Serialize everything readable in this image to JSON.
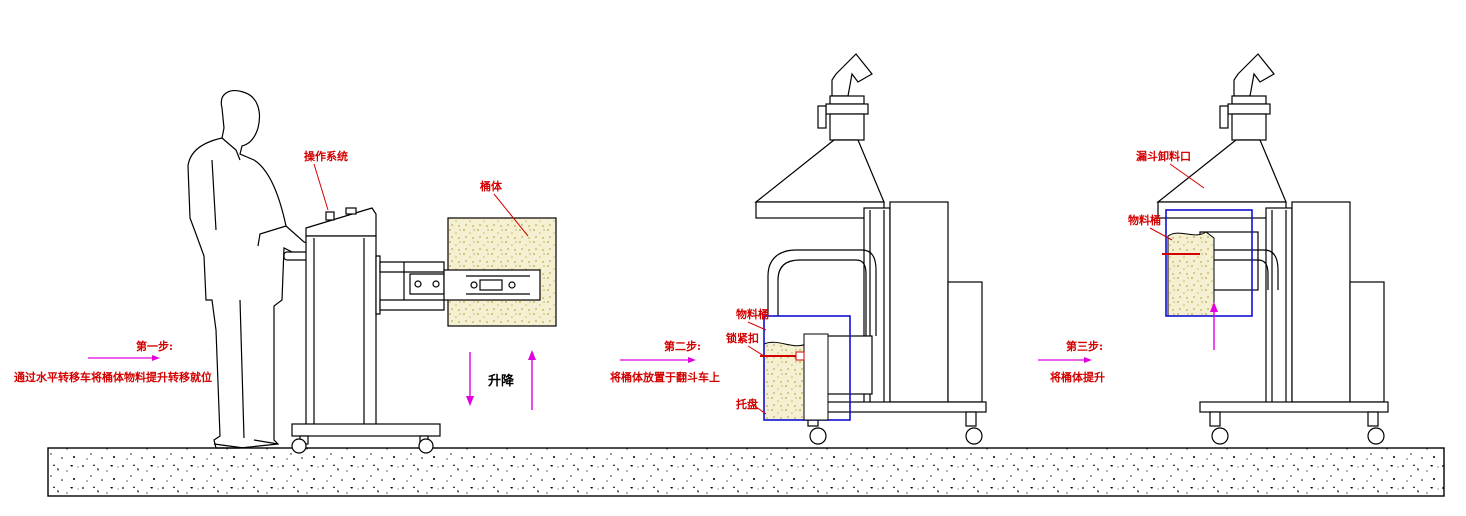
{
  "colors": {
    "label": "#d40000",
    "arrow": "#e000e0",
    "container_outline": "#1010d0",
    "material_fill": "#f3eecf",
    "material_dots": "#b9ae4a",
    "line": "#000000"
  },
  "stage1": {
    "step_title": "第一步:",
    "step_desc": "通过水平转移车将桶体物料提升转移就位",
    "callout_operation": "操作系统",
    "callout_bin": "桶体",
    "lift_text": "升降"
  },
  "stage2": {
    "step_title": "第二步:",
    "step_desc": "将桶体放置于翻斗车上",
    "callout_material_bin": "物料桶",
    "callout_lock": "锁紧扣",
    "callout_tray": "托盘"
  },
  "stage3": {
    "step_title": "第三步:",
    "step_desc": "将桶体提升",
    "callout_hopper": "漏斗卸料口",
    "callout_material_bin": "物料桶"
  }
}
